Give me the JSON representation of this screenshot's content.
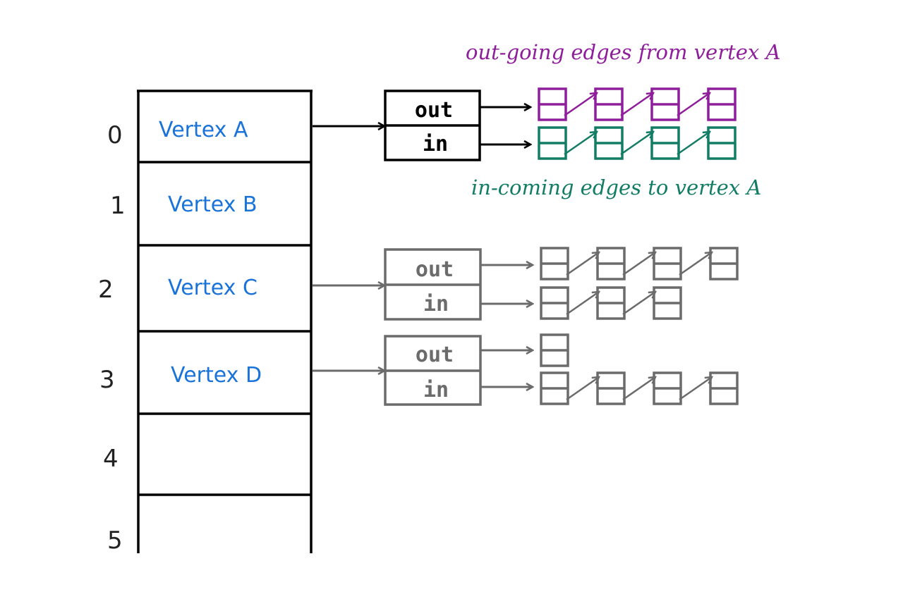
{
  "colors": {
    "black": "#000000",
    "vertex_text": "#1a73d9",
    "outgoing": "#8e1e9a",
    "incoming": "#127d64",
    "grey": "#6b6b6b"
  },
  "annotations": {
    "outgoing": "out-going edges from vertex A",
    "incoming": "in-coming edges to vertex A"
  },
  "rows": [
    {
      "index": "0",
      "vertex": "Vertex A",
      "lists": {
        "out_label": "out",
        "in_label": "in",
        "out_count": 4,
        "in_count": 4,
        "style": "colored"
      }
    },
    {
      "index": "1",
      "vertex": "Vertex B",
      "lists": null
    },
    {
      "index": "2",
      "vertex": "Vertex C",
      "lists": {
        "out_label": "out",
        "in_label": "in",
        "out_count": 4,
        "in_count": 3,
        "style": "grey"
      }
    },
    {
      "index": "3",
      "vertex": "Vertex D",
      "lists": {
        "out_label": "out",
        "in_label": "in",
        "out_count": 1,
        "in_count": 4,
        "style": "grey"
      }
    },
    {
      "index": "4",
      "vertex": "",
      "lists": null
    },
    {
      "index": "5",
      "vertex": "",
      "lists": null
    }
  ]
}
